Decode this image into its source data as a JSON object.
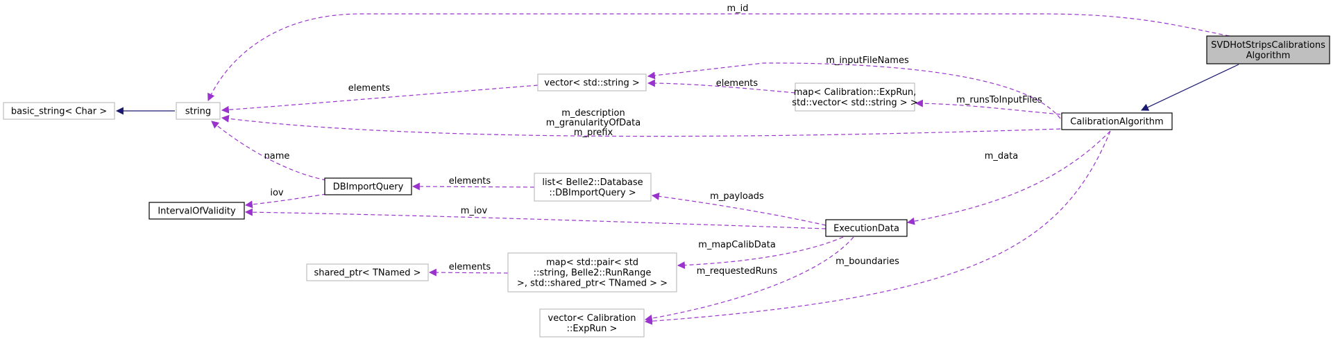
{
  "colors": {
    "inherit_edge": "#191970",
    "usage_edge": "#9a32cd",
    "focus_fill": "#bfbfbf",
    "documented_border": "#000000",
    "undocumented_border": "#bfbfbf",
    "background": "#ffffff"
  },
  "nodes": {
    "svd": {
      "lines": [
        "SVDHotStripsCalibrations",
        "Algorithm"
      ],
      "kind": "focus"
    },
    "calib": {
      "lines": [
        "CalibrationAlgorithm"
      ],
      "kind": "documented"
    },
    "string": {
      "lines": [
        "string"
      ],
      "kind": "undocumented"
    },
    "basic_string": {
      "lines": [
        "basic_string< Char >"
      ],
      "kind": "undocumented"
    },
    "vector_string": {
      "lines": [
        "vector< std::string >"
      ],
      "kind": "undocumented"
    },
    "map_exprun": {
      "lines": [
        "map< Calibration::ExpRun,",
        "std::vector< std::string > >"
      ],
      "kind": "undocumented"
    },
    "dbimport": {
      "lines": [
        "DBImportQuery"
      ],
      "kind": "documented"
    },
    "iov": {
      "lines": [
        "IntervalOfValidity"
      ],
      "kind": "documented"
    },
    "list_db": {
      "lines": [
        "list< Belle2::Database",
        "::DBImportQuery >"
      ],
      "kind": "undocumented"
    },
    "execdata": {
      "lines": [
        "ExecutionData"
      ],
      "kind": "documented"
    },
    "shared_ptr": {
      "lines": [
        "shared_ptr< TNamed >"
      ],
      "kind": "undocumented"
    },
    "map_pair": {
      "lines": [
        "map< std::pair< std",
        "::string, Belle2::RunRange",
        " >, std::shared_ptr< TNamed > >"
      ],
      "kind": "undocumented"
    },
    "vector_exprun": {
      "lines": [
        "vector< Calibration",
        "::ExpRun >"
      ],
      "kind": "undocumented"
    }
  },
  "edges": [
    {
      "id": "svd-calib",
      "type": "inherit",
      "labels": []
    },
    {
      "id": "string-basic",
      "type": "inherit",
      "labels": []
    },
    {
      "id": "m_id",
      "type": "usage",
      "labels": [
        "m_id"
      ]
    },
    {
      "id": "m_inputFileNames",
      "type": "usage",
      "labels": [
        "m_inputFileNames"
      ]
    },
    {
      "id": "vector-elements",
      "type": "usage",
      "labels": [
        "elements"
      ]
    },
    {
      "id": "map-elements",
      "type": "usage",
      "labels": [
        "elements"
      ]
    },
    {
      "id": "m_runsToInputFiles",
      "type": "usage",
      "labels": [
        "m_runsToInputFiles"
      ]
    },
    {
      "id": "m_description",
      "type": "usage",
      "labels": [
        "m_description",
        "m_granularityOfData",
        "m_prefix"
      ]
    },
    {
      "id": "name",
      "type": "usage",
      "labels": [
        "name"
      ]
    },
    {
      "id": "iov",
      "type": "usage",
      "labels": [
        "iov"
      ]
    },
    {
      "id": "list-elements",
      "type": "usage",
      "labels": [
        "elements"
      ]
    },
    {
      "id": "m_data",
      "type": "usage",
      "labels": [
        "m_data"
      ]
    },
    {
      "id": "m_payloads",
      "type": "usage",
      "labels": [
        "m_payloads"
      ]
    },
    {
      "id": "m_iov",
      "type": "usage",
      "labels": [
        "m_iov"
      ]
    },
    {
      "id": "shared-elements",
      "type": "usage",
      "labels": [
        "elements"
      ]
    },
    {
      "id": "m_mapCalibData",
      "type": "usage",
      "labels": [
        "m_mapCalibData"
      ]
    },
    {
      "id": "m_requestedRuns",
      "type": "usage",
      "labels": [
        "m_requestedRuns"
      ]
    },
    {
      "id": "m_boundaries",
      "type": "usage",
      "labels": [
        "m_boundaries"
      ]
    }
  ]
}
